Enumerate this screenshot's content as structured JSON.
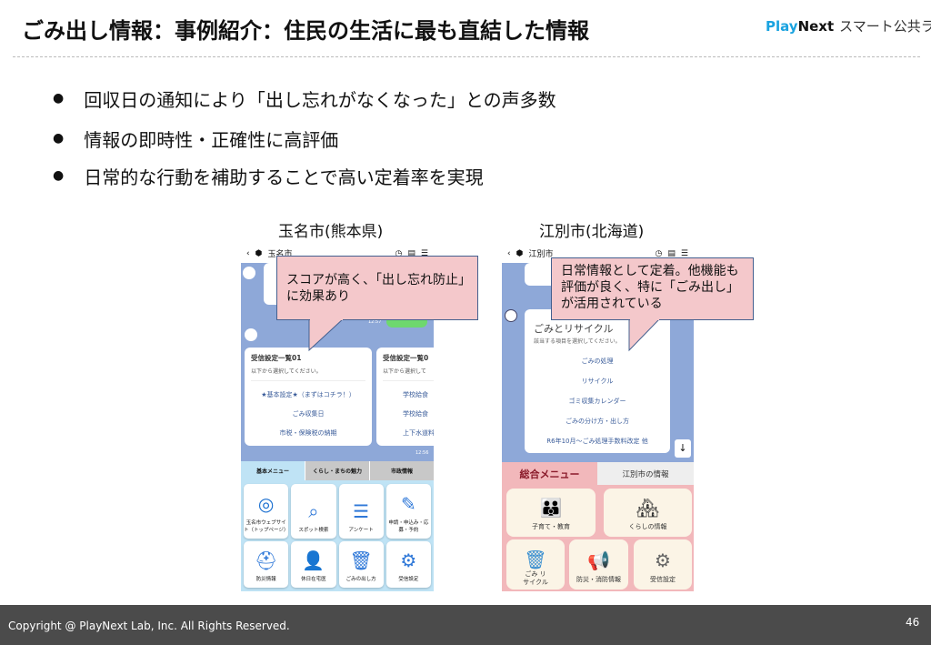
{
  "header": {
    "title": "ごみ出し情報：事例紹介：住民の生活に最も直結した情報",
    "logo_play": "Play",
    "logo_next": "Next",
    "logo_lab": "スマート公共ラボ"
  },
  "bullets": [
    "回収日の通知により「出し忘れがなくなった」との声多数",
    "情報の即時性・正確性に高評価",
    "日常的な行動を補助することで高い定着率を実現"
  ],
  "cases": [
    {
      "city": "玉名市(熊本県)",
      "callout": "スコアが高く、「出し忘れ防止」に効果あり",
      "phone": {
        "header": "玉名市",
        "time1": "12:57",
        "time2": "12:56",
        "cards": [
          {
            "title": "受信設定一覧01",
            "subtitle": "以下から選択してください。",
            "links": [
              "★基本設定★（まずはコチラ！）",
              "ごみ収集日",
              "市税・保険税の納期"
            ]
          },
          {
            "title": "受信設定一覧0",
            "subtitle": "以下から選択して",
            "links": [
              "学校給食",
              "学校給食",
              "上下水道料金"
            ]
          }
        ],
        "tabs": [
          "基本メニュー",
          "くらし・まちの魅力",
          "市政情報"
        ],
        "tiles": [
          {
            "label": "玉名市ウェブサイト（トップページ）",
            "icon": "website-icon"
          },
          {
            "label": "スポット検索",
            "icon": "map-pin-search-icon"
          },
          {
            "label": "アンケート",
            "icon": "survey-icon"
          },
          {
            "label": "申請・申込み・応募・予約",
            "icon": "form-edit-icon"
          },
          {
            "label": "防災情報",
            "icon": "helmet-icon"
          },
          {
            "label": "休日在宅医",
            "icon": "doctor-icon"
          },
          {
            "label": "ごみの出し方",
            "icon": "trash-icon"
          },
          {
            "label": "受信設定",
            "icon": "gear-icon"
          }
        ]
      }
    },
    {
      "city": "江別市(北海道)",
      "callout": "日常情報として定着。他機能も評価が良く、特に「ごみ出し」が活用されている",
      "phone": {
        "header": "江別市",
        "card": {
          "title": "ごみとリサイクル",
          "subtitle": "該当する項目を選択してください。",
          "links": [
            "ごみの処理",
            "リサイクル",
            "ゴミ収集カレンダー",
            "ごみの分け方・出し方",
            "R6年10月〜ごみ処理手数料改定 他"
          ]
        },
        "tabs": [
          "総合メニュー",
          "江別市の情報"
        ],
        "tiles": [
          {
            "label": "子育て・教育",
            "icon": "family-icon"
          },
          {
            "label": "くらしの情報",
            "icon": "houses-icon"
          },
          {
            "label": "ごみ リサイクル",
            "icon": "trash-leaf-icon"
          },
          {
            "label": "防災・消防情報",
            "icon": "megaphone-icon"
          },
          {
            "label": "受信設定",
            "icon": "gear-icon"
          }
        ]
      }
    }
  ],
  "footer": {
    "copyright": "Copyright @ PlayNext Lab, Inc. All Rights Reserved.",
    "page": "46"
  },
  "colors": {
    "callout": "#f4c8cb",
    "chat_bg": "#8ea8d8",
    "footer": "#4b4b4b",
    "tamana_menu": "#bfe3f5",
    "ebetsu_menu": "#f2b8bb"
  }
}
